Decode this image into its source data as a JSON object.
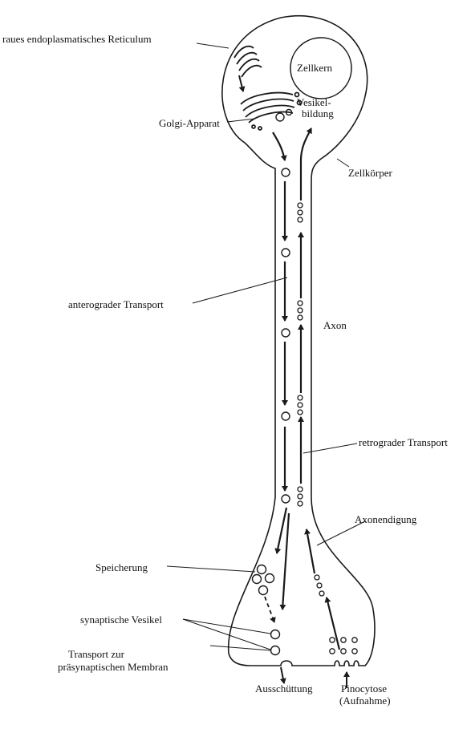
{
  "labels": {
    "rer": "raues endoplasmatisches Reticulum",
    "nucleus": "Zellkern",
    "vesicle_formation_1": "Vesikel-",
    "vesicle_formation_2": "bildung",
    "golgi": "Golgi-Apparat",
    "soma": "Zellkörper",
    "anterograde": "anterograder Transport",
    "axon": "Axon",
    "retrograde": "retrograder Transport",
    "axon_terminal": "Axonendigung",
    "storage": "Speicherung",
    "synaptic_vesicles": "synaptische Vesikel",
    "transport_membrane_1": "Transport zur",
    "transport_membrane_2": "präsynaptischen Membran",
    "exocytosis": "Ausschüttung",
    "pinocytosis_1": "Pinocytose",
    "pinocytosis_2": "(Aufnahme)"
  },
  "colors": {
    "line": "#1a1a1a",
    "background": "#ffffff"
  }
}
